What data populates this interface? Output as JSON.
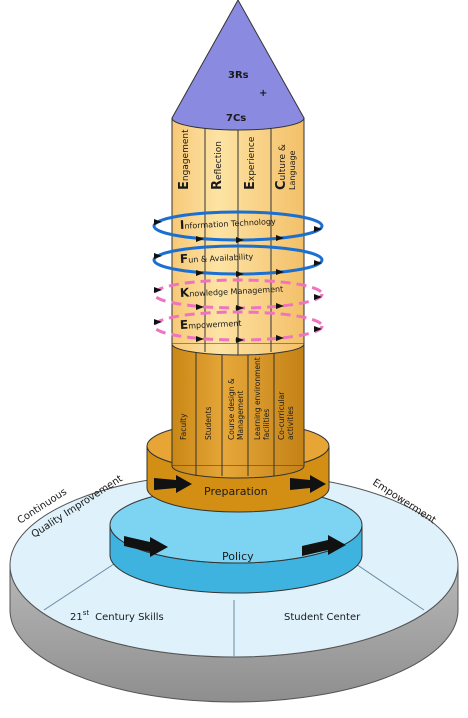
{
  "cone": {
    "line1": "3Rs",
    "plus": "+",
    "line2": "7Cs"
  },
  "upper_columns": [
    {
      "initial": "E",
      "rest": "ngagement"
    },
    {
      "initial": "R",
      "rest": "eflection"
    },
    {
      "initial": "E",
      "rest": "xperience"
    },
    {
      "initial": "C",
      "rest": "ulture &",
      "rest2": "Language"
    }
  ],
  "rings": [
    {
      "initial": "I",
      "rest": "nformation Technology"
    },
    {
      "initial": "F",
      "rest": "un & Availability"
    },
    {
      "initial": "K",
      "rest": "nowledge Management"
    },
    {
      "initial": "E",
      "rest": "mpowerment"
    }
  ],
  "lower_columns": [
    "Faculty",
    "Students",
    "Course design &",
    "Management",
    "Learning environment /",
    "facilities",
    "Co-curricular",
    "activities"
  ],
  "lower_column_labels": [
    {
      "line1": "Faculty",
      "line2": ""
    },
    {
      "line1": "Students",
      "line2": ""
    },
    {
      "line1": "Course design &",
      "line2": "Management"
    },
    {
      "line1": "Learning environment /",
      "line2": "facilities"
    },
    {
      "line1": "Co-curricular",
      "line2": "activities"
    }
  ],
  "tiers": {
    "preparation": "Preparation",
    "policy": "Policy"
  },
  "base": {
    "continuous_1": "Continuous",
    "continuous_2": "Quality Improvement",
    "empowerment": "Empowerment",
    "skills": "21",
    "skills_sup": "st",
    "skills_rest": "Century Skills",
    "student_center": "Student Center"
  },
  "colors": {
    "cone": "#8a8ae0",
    "upper": "#fcd88a",
    "lower": "#e0a02a",
    "preparation": "#dd9a1c",
    "policy": "#62c8ee",
    "base_top": "#dff1fa",
    "ring_blue": "#1a6fd0",
    "ring_pink": "#ee74c0"
  }
}
